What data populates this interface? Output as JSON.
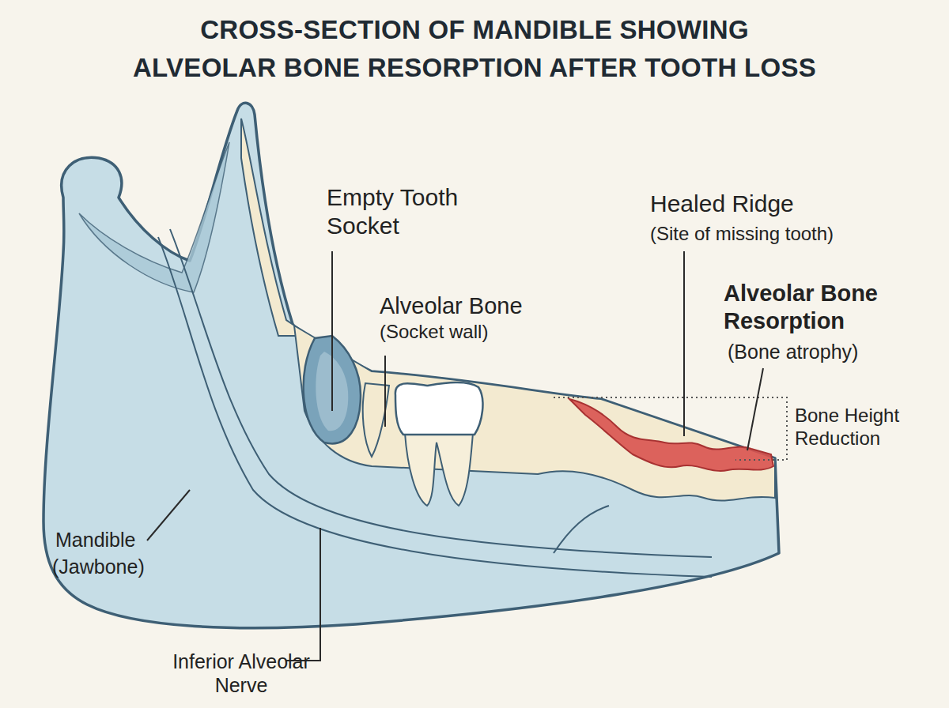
{
  "diagram": {
    "title": "CROSS-SECTION OF MANDIBLE SHOWING ALVEOLAR BONE RESORPTION AFTER TOOTH LOSS",
    "labels": [
      "Empty Tooth Socket",
      "Healed Ridge",
      "(Site of missing tooth)",
      "Alveolar Bone",
      "(Socket wall)",
      "Alveolar Bone Resorption",
      "(Bone atrophy)",
      "Bone Height Reduction",
      "Mandible",
      "(Jawbone)",
      "Inferior Alveolar Nerve"
    ]
  }
}
